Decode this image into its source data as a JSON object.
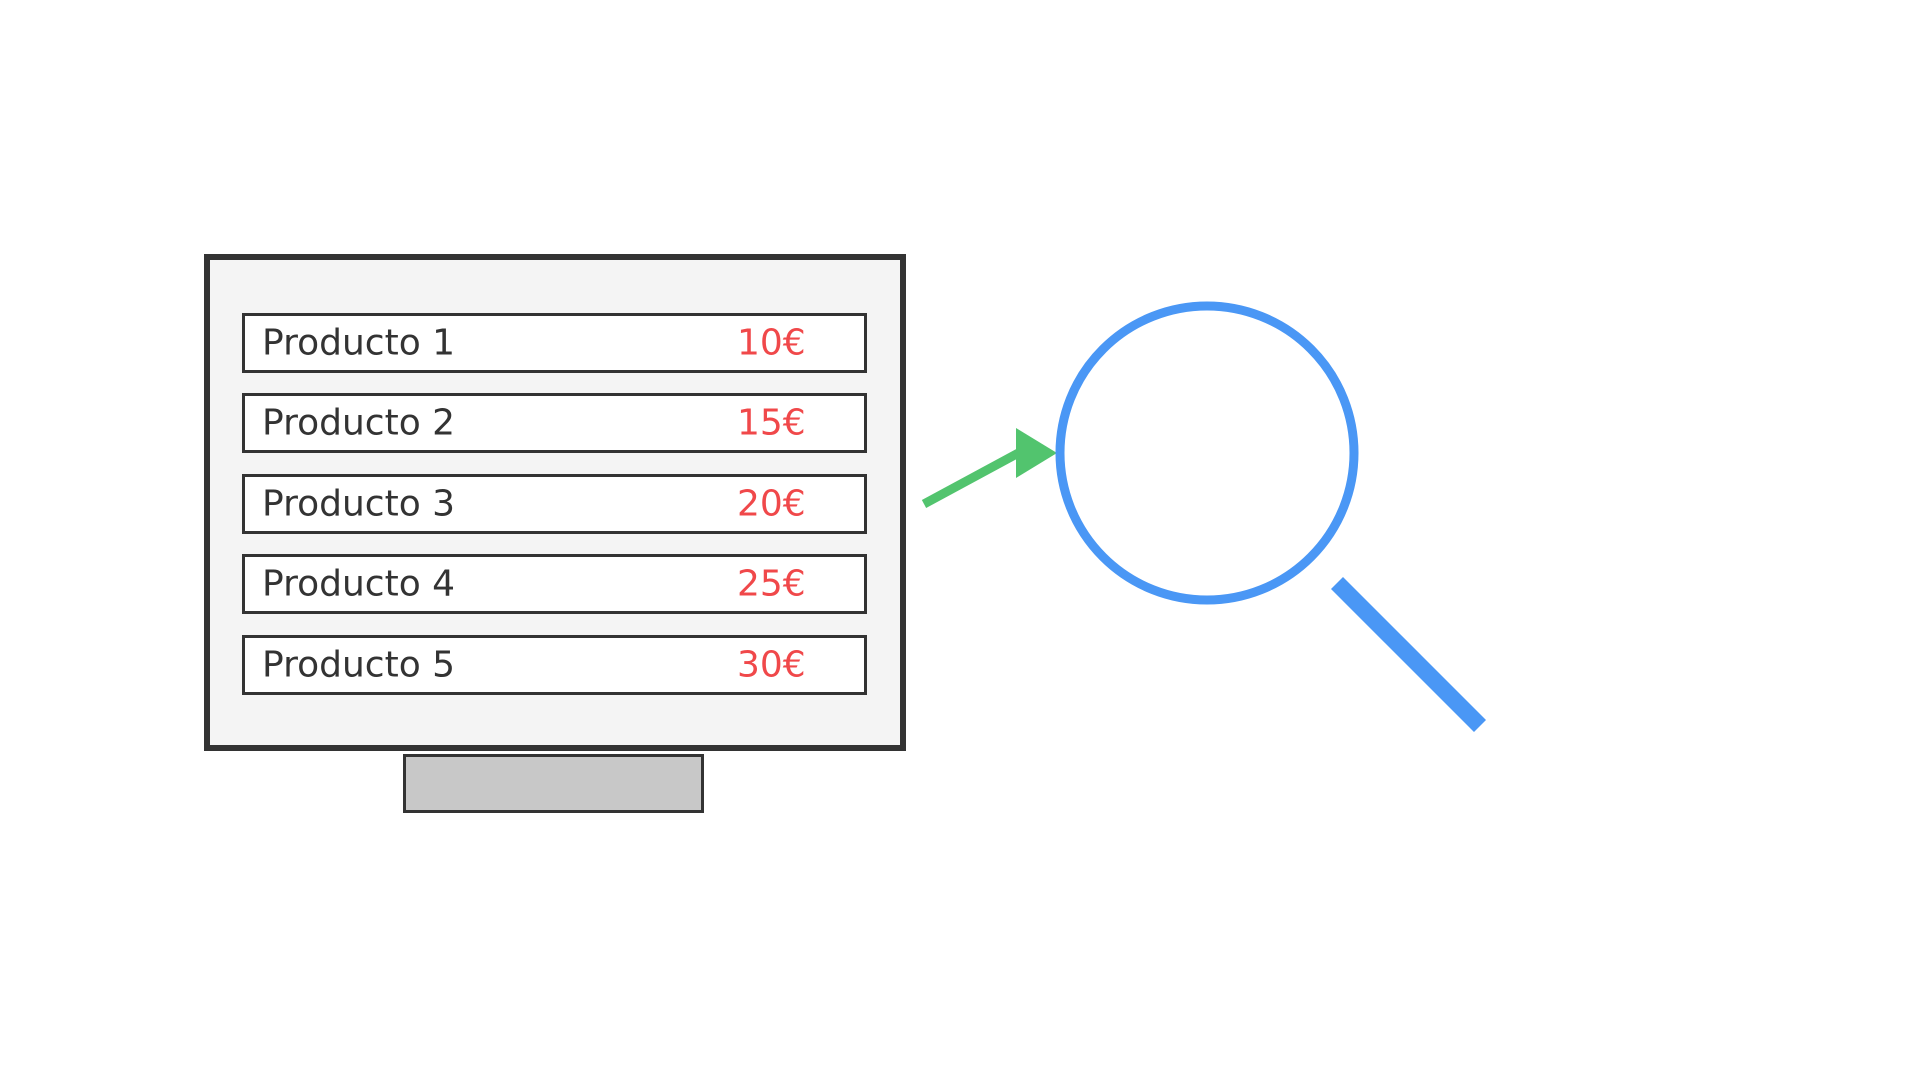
{
  "products": [
    {
      "name": "Producto 1",
      "price": "10€"
    },
    {
      "name": "Producto 2",
      "price": "15€"
    },
    {
      "name": "Producto 3",
      "price": "20€"
    },
    {
      "name": "Producto 4",
      "price": "25€"
    },
    {
      "name": "Producto 5",
      "price": "30€"
    }
  ],
  "colors": {
    "price_text": "#f0484a",
    "arrow": "#52c46e",
    "magnifier": "#4a97f5",
    "monitor_frame": "#333333",
    "monitor_screen": "#f4f4f4",
    "monitor_stand": "#c8c8c8"
  },
  "icons": {
    "arrow": "arrow-right-icon",
    "magnifier": "magnifying-glass-icon"
  }
}
